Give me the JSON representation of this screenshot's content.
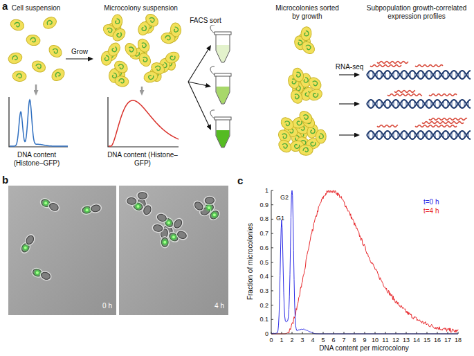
{
  "diagram": {
    "nodes": [
      {
        "text": [
          "Cell suspension"
        ]
      },
      {
        "text": [
          "Microcolony suspension"
        ]
      },
      {
        "text": [
          "Microcolonies sorted by growth"
        ]
      },
      {
        "text": [
          "Subpopulation growth-correlated expression profiles"
        ]
      },
      {
        "text": [
          "DNA content (Histone–GFP)"
        ]
      },
      {
        "text": [
          "DNA content (Histone–GFP)"
        ]
      }
    ],
    "edges": [
      {
        "from": 0,
        "to": 1,
        "arrow": "to",
        "label": "Grow"
      },
      {
        "from": 0,
        "to": 4,
        "arrow": "to"
      },
      {
        "from": 1,
        "to": 5,
        "arrow": "to"
      },
      {
        "from": 1,
        "to": 2,
        "arrow": "to",
        "label": "FACS sort"
      },
      {
        "from": 1,
        "to": 2,
        "arrow": "to"
      },
      {
        "from": 1,
        "to": 2,
        "arrow": "to"
      },
      {
        "from": 2,
        "to": 3,
        "arrow": "to",
        "label": "RNA-seq"
      },
      {
        "from": 2,
        "to": 3,
        "arrow": "to"
      },
      {
        "from": 2,
        "to": 3,
        "arrow": "to"
      }
    ],
    "labels": [
      "a",
      "b",
      "0 h",
      "4 h",
      "c",
      "Fraction of microcolonies",
      "DNA content per microcolony",
      "G1",
      "G2",
      "t=0 h",
      "t=4 h",
      "0",
      "0.1",
      "0.2",
      "0.3",
      "0.4",
      "0.5",
      "0.6",
      "0.7",
      "0.8",
      "0.9",
      "1",
      "0",
      "1",
      "2",
      "3",
      "4",
      "5",
      "6",
      "7",
      "8",
      "9",
      "10",
      "11",
      "12",
      "13",
      "14",
      "15",
      "16",
      "17",
      "18"
    ]
  }
}
